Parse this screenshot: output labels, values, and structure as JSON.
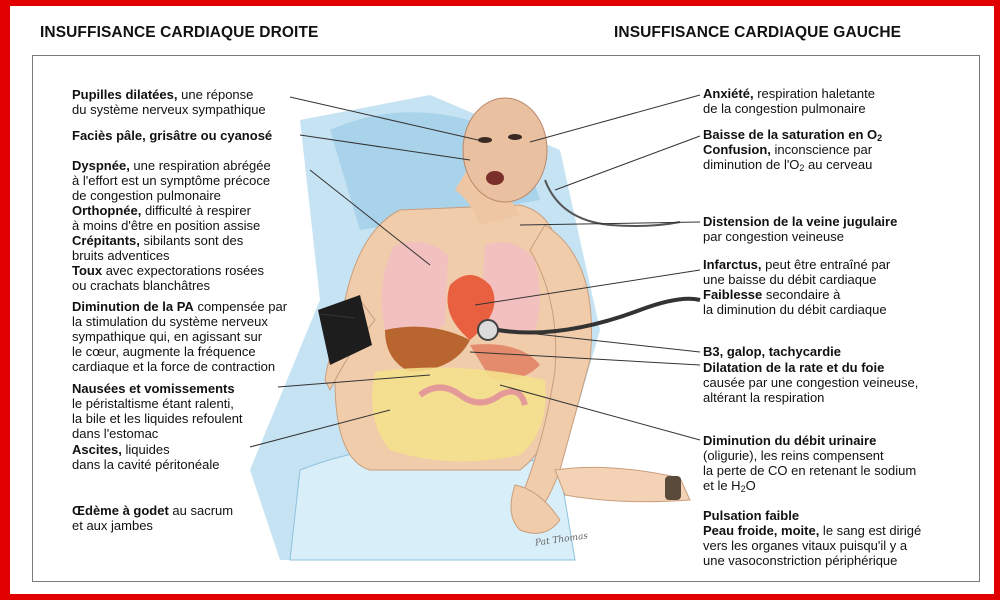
{
  "headings": {
    "left": "INSUFFISANCE CARDIAQUE DROITE",
    "right": "INSUFFISANCE CARDIAQUE GAUCHE"
  },
  "left_notes": {
    "pupilles": {
      "bold": "Pupilles dilatées,",
      "rest1": " une réponse",
      "line2": "du système nerveux sympathique"
    },
    "facies": {
      "bold": "Faciès pâle, grisâtre ou cyanosé"
    },
    "dyspnee": {
      "bold": "Dyspnée,",
      "rest1": " une respiration abrégée",
      "line2": "à l'effort est un symptôme précoce",
      "line3": "de congestion pulmonaire",
      "orth_bold": "Orthopnée,",
      "orth_rest": " difficulté à respirer",
      "line5": "à moins d'être en position assise",
      "crep_bold": "Crépitants,",
      "crep_rest": " sibilants sont des",
      "line7": "bruits adventices",
      "toux_bold": "Toux",
      "toux_rest": " avec expectorations rosées",
      "line9": "ou crachats blanchâtres"
    },
    "pa": {
      "bold": "Diminution de la PA",
      "rest1": " compensée par",
      "line2": "la stimulation du système nerveux",
      "line3": "sympathique qui, en agissant sur",
      "line4": "le cœur, augmente la fréquence",
      "line5": "cardiaque et la force de contraction"
    },
    "nausees": {
      "bold": "Nausées et vomissements",
      "line2": "le péristaltisme étant ralenti,",
      "line3": "la bile et les liquides refoulent",
      "line4": "dans l'estomac"
    },
    "ascites": {
      "bold": "Ascites,",
      "rest1": " liquides",
      "line2": "dans la cavité péritonéale"
    },
    "oedeme": {
      "bold": "Œdème à godet",
      "rest1": " au sacrum",
      "line2": "et aux jambes"
    }
  },
  "right_notes": {
    "anxiete": {
      "bold": "Anxiété,",
      "rest1": " respiration haletante",
      "line2": "de la congestion pulmonaire"
    },
    "saturation": {
      "bold": "Baisse de la saturation en O",
      "bold_sub": "2",
      "conf_bold": "Confusion,",
      "conf_rest": " inconscience par",
      "line3_pre": "diminution de l'O",
      "line3_sub": "2",
      "line3_post": " au cerveau"
    },
    "jugulaire": {
      "bold": "Distension de la veine jugulaire",
      "line2": "par congestion veineuse"
    },
    "infarctus": {
      "bold": "Infarctus,",
      "rest1": " peut être entraîné par",
      "line2": "une baisse du débit cardiaque",
      "faib_bold": "Faiblesse",
      "faib_rest": " secondaire à",
      "line4": "la diminution du débit cardiaque"
    },
    "b3": {
      "bold": "B3, galop, tachycardie"
    },
    "dilatation": {
      "bold": "Dilatation de la rate et du foie",
      "line2": "causée par une congestion veineuse,",
      "line3": "altérant la respiration"
    },
    "urinaire": {
      "bold": "Diminution du débit urinaire",
      "line2": "(oligurie), les reins compensent",
      "line3": "la perte de CO en retenant le sodium",
      "line4_pre": "et le H",
      "line4_sub": "2",
      "line4_post": "O"
    },
    "pulsation": {
      "bold": "Pulsation faible",
      "peau_bold": "Peau froide, moite,",
      "peau_rest": " le sang est dirigé",
      "line3": "vers les organes vitaux puisqu'il y a",
      "line4": "une vasoconstriction périphérique"
    }
  },
  "artist_signature": "Pat Thomas",
  "colors": {
    "frame": "#e00000",
    "bed": "#b9dcef",
    "skin": "#f1ccab",
    "lung": "#f2bfc0",
    "heart": "#e8603f",
    "liver": "#b8652f",
    "abdomen": "#f4e08c"
  }
}
